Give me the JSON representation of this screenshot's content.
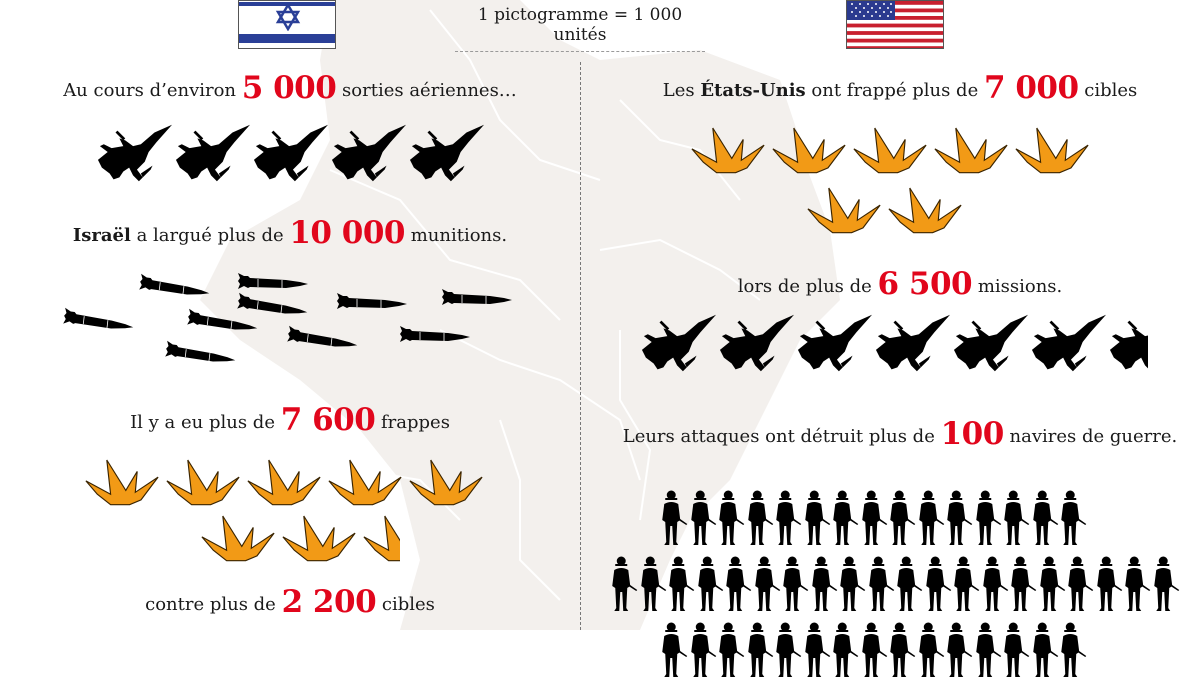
{
  "header": {
    "left_flag": "israel-flag",
    "right_flag": "usa-flag",
    "legend": "1 pictogramme = 1 000 unités"
  },
  "colors": {
    "highlight_red": "#e1061c",
    "explosion_orange": "#f29a16",
    "map_beige": "#f3f0ed",
    "israel_blue": "#2a3f97",
    "usa_red": "#c8202f",
    "usa_blue": "#2b3a8f"
  },
  "israel": {
    "sorties": {
      "before": "Au cours d’environ ",
      "number": "5 000",
      "after": " sorties aériennes…",
      "icon": "fighter-jet-icon",
      "icon_count": 5
    },
    "munitions": {
      "bold": "Israël",
      "before": " a largué plus de ",
      "number": "10 000",
      "after": " munitions.",
      "icon": "bomb-icon",
      "icon_count": 10
    },
    "strikes": {
      "before": "Il y a eu plus de ",
      "number": "7 600",
      "after": " frappes",
      "icon": "explosion-icon",
      "icon_count": 7.6
    },
    "targets": {
      "before": "contre plus de ",
      "number": "2 200",
      "after": " cibles"
    }
  },
  "usa": {
    "targets": {
      "before": "Les ",
      "bold": "États-Unis",
      "middle": " ont frappé plus de ",
      "number": "7 000",
      "after": " cibles",
      "icon": "explosion-icon",
      "icon_count": 7
    },
    "missions": {
      "before": "lors de plus de ",
      "number": "6 500",
      "after": " missions.",
      "icon": "fighter-jet-icon",
      "icon_count": 6.5
    },
    "ships": {
      "before": "Leurs attaques ont détruit plus de ",
      "number": "100",
      "after": " navires de guerre.",
      "icon": "soldier-icon",
      "rows_visible": [
        15,
        20
      ]
    }
  }
}
